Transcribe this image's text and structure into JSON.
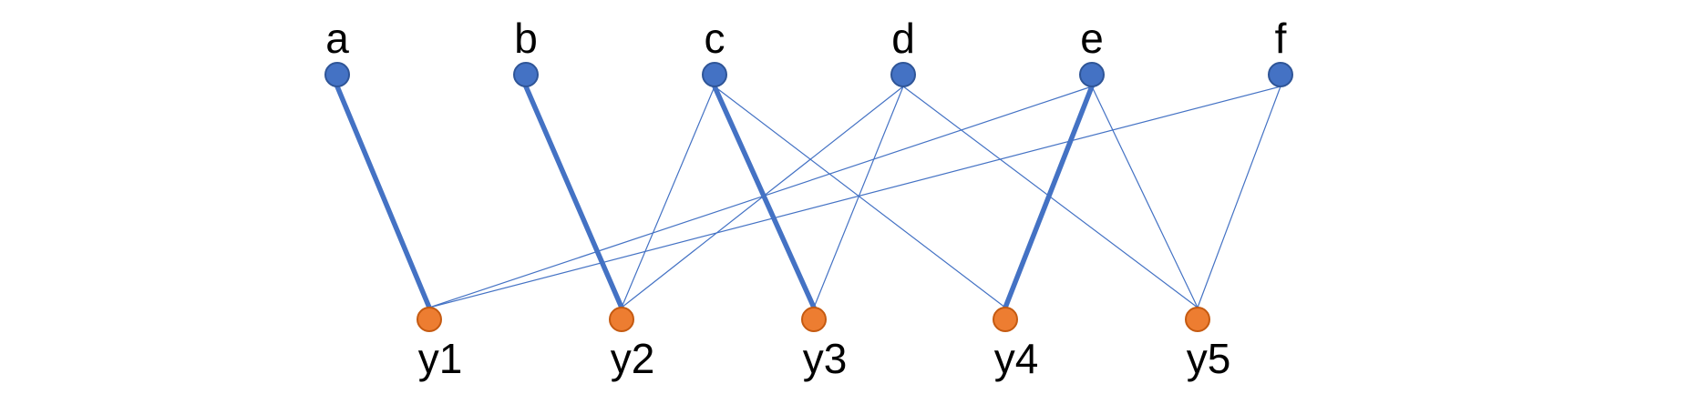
{
  "colors": {
    "top_node_fill": "#4472C4",
    "top_node_stroke": "#2F5597",
    "bottom_node_fill": "#ED7D31",
    "bottom_node_stroke": "#C55A11",
    "edge": "#4472C4",
    "label": "#000000"
  },
  "top_nodes": [
    {
      "id": "a",
      "label": "a"
    },
    {
      "id": "b",
      "label": "b"
    },
    {
      "id": "c",
      "label": "c"
    },
    {
      "id": "d",
      "label": "d"
    },
    {
      "id": "e",
      "label": "e"
    },
    {
      "id": "f",
      "label": "f"
    }
  ],
  "bottom_nodes": [
    {
      "id": "y1",
      "label": "y1"
    },
    {
      "id": "y2",
      "label": "y2"
    },
    {
      "id": "y3",
      "label": "y3"
    },
    {
      "id": "y4",
      "label": "y4"
    },
    {
      "id": "y5",
      "label": "y5"
    }
  ],
  "edges": [
    {
      "from": "a",
      "to": "y1",
      "matched": true
    },
    {
      "from": "b",
      "to": "y2",
      "matched": true
    },
    {
      "from": "c",
      "to": "y2",
      "matched": false
    },
    {
      "from": "c",
      "to": "y3",
      "matched": true
    },
    {
      "from": "c",
      "to": "y4",
      "matched": false
    },
    {
      "from": "d",
      "to": "y2",
      "matched": false
    },
    {
      "from": "d",
      "to": "y3",
      "matched": false
    },
    {
      "from": "d",
      "to": "y5",
      "matched": false
    },
    {
      "from": "e",
      "to": "y1",
      "matched": false
    },
    {
      "from": "e",
      "to": "y4",
      "matched": true
    },
    {
      "from": "e",
      "to": "y5",
      "matched": false
    },
    {
      "from": "f",
      "to": "y1",
      "matched": false
    },
    {
      "from": "f",
      "to": "y5",
      "matched": false
    }
  ]
}
